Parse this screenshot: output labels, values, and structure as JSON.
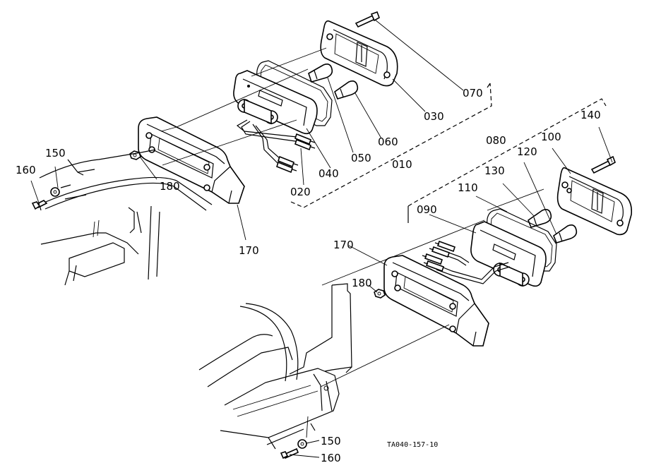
{
  "labels": {
    "p010": "010",
    "p020": "020",
    "p030": "030",
    "p040": "040",
    "p050": "050",
    "p060": "060",
    "p070": "070",
    "p080": "080",
    "p090": "090",
    "p100": "100",
    "p110": "110",
    "p120": "120",
    "p130": "130",
    "p140": "140",
    "p150_top": "150",
    "p160_top": "160",
    "p170_top": "170",
    "p180_top": "180",
    "p170_bottom": "170",
    "p180_bottom": "180",
    "p150_bottom": "150",
    "p160_bottom": "160"
  },
  "figure_code": "TA040-157-10"
}
